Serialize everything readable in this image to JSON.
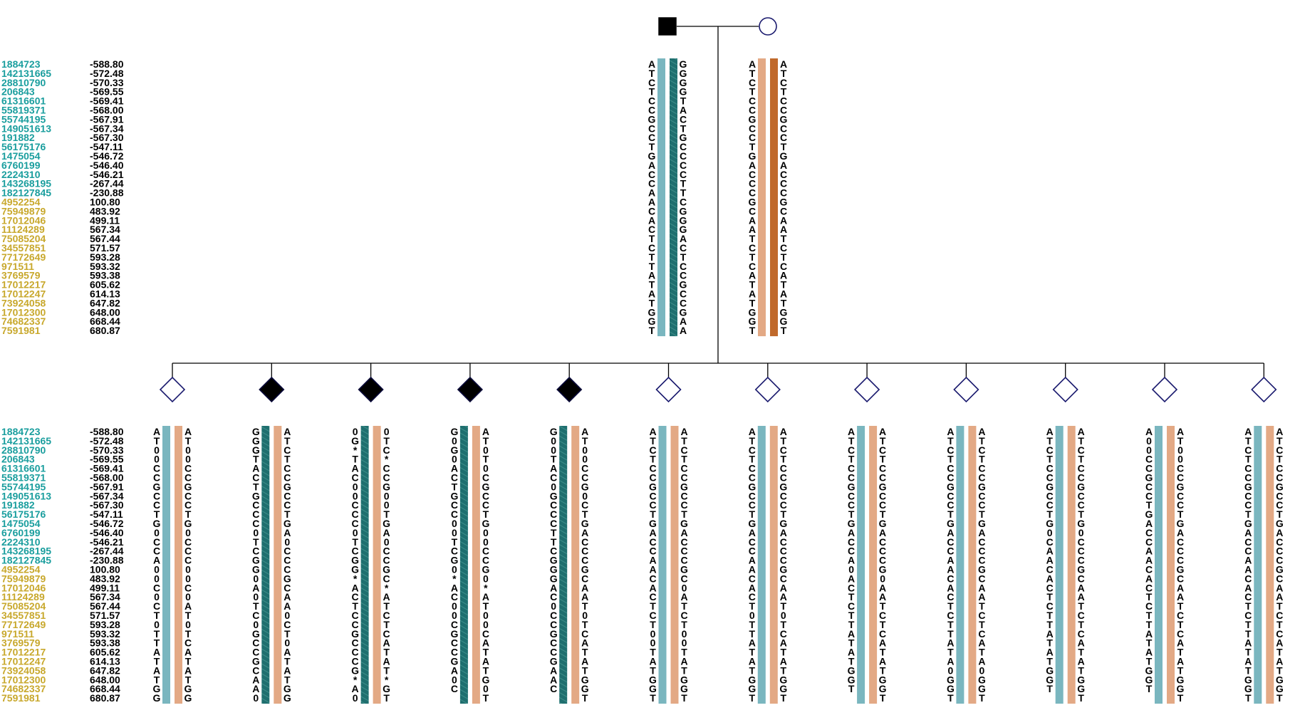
{
  "colors": {
    "marker_group_a": "#1a9e9e",
    "marker_group_b": "#c8a82c",
    "paternal_bar_light": "#7ab6bf",
    "paternal_bar_dark": "#1f6f6f",
    "maternal_bar_light": "#e3a985",
    "maternal_bar_dark": "#c0692b",
    "line": "#000000",
    "affected_fill": "#000000",
    "unaffected_outline": "#1a1a6e"
  },
  "markers": [
    {
      "id": "1884723",
      "pos": "-588.80",
      "group": "a"
    },
    {
      "id": "142131665",
      "pos": "-572.48",
      "group": "a"
    },
    {
      "id": "28810790",
      "pos": "-570.33",
      "group": "a"
    },
    {
      "id": "206843",
      "pos": "-569.55",
      "group": "a"
    },
    {
      "id": "61316601",
      "pos": "-569.41",
      "group": "a"
    },
    {
      "id": "55819371",
      "pos": "-568.00",
      "group": "a"
    },
    {
      "id": "55744195",
      "pos": "-567.91",
      "group": "a"
    },
    {
      "id": "149051613",
      "pos": "-567.34",
      "group": "a"
    },
    {
      "id": "191882",
      "pos": "-567.30",
      "group": "a"
    },
    {
      "id": "56175176",
      "pos": "-547.11",
      "group": "a"
    },
    {
      "id": "1475054",
      "pos": "-546.72",
      "group": "a"
    },
    {
      "id": "6760199",
      "pos": "-546.40",
      "group": "a"
    },
    {
      "id": "2224310",
      "pos": "-546.21",
      "group": "a"
    },
    {
      "id": "143268195",
      "pos": "-267.44",
      "group": "a"
    },
    {
      "id": "182127845",
      "pos": "-230.88",
      "group": "a"
    },
    {
      "id": "4952254",
      "pos": "100.80",
      "group": "b"
    },
    {
      "id": "75949879",
      "pos": "483.92",
      "group": "b"
    },
    {
      "id": "17012046",
      "pos": "499.11",
      "group": "b"
    },
    {
      "id": "11124289",
      "pos": "567.34",
      "group": "b"
    },
    {
      "id": "75085204",
      "pos": "567.44",
      "group": "b"
    },
    {
      "id": "34557851",
      "pos": "571.57",
      "group": "b"
    },
    {
      "id": "77172649",
      "pos": "593.28",
      "group": "b"
    },
    {
      "id": "971511",
      "pos": "593.32",
      "group": "b"
    },
    {
      "id": "3769579",
      "pos": "593.38",
      "group": "b"
    },
    {
      "id": "17012217",
      "pos": "605.62",
      "group": "b"
    },
    {
      "id": "17012247",
      "pos": "614.13",
      "group": "b"
    },
    {
      "id": "73924058",
      "pos": "647.82",
      "group": "b"
    },
    {
      "id": "17012300",
      "pos": "648.00",
      "group": "b"
    },
    {
      "id": "74682337",
      "pos": "668.44",
      "group": "b"
    },
    {
      "id": "7591981",
      "pos": "680.87",
      "group": "b"
    }
  ],
  "parents": [
    {
      "role": "father",
      "shape": "square",
      "affected": true,
      "left_alleles": "ATCTCCGCCTGACCAACACTCTTATATGGT",
      "right_alleles": "GGGGTACTGCCCCTTCGGGACTCCGCCGAAC",
      "left_bar": "paternal_light",
      "right_bar": "paternal_dark"
    },
    {
      "role": "mother",
      "shape": "circle",
      "affected": false,
      "left_alleles": "ATCTCCGCCTGACCCGCAATCTCATATGGT",
      "right_alleles": "ATCTCCGCCTGACCCGCAATCTCATATGGT",
      "left_bar": "maternal_light",
      "right_bar": "maternal_dark"
    }
  ],
  "children": [
    {
      "affected": false,
      "left_alleles": "AT00CCGCCTG0CCA00C0CT0TTATATGGT",
      "right_alleles": "AT00CCGCCTG0CCC00C0AT0TCATATGGT",
      "left_bar": "paternal_light",
      "right_bar": "maternal_light"
    },
    {
      "affected": true,
      "left_alleles": "GGGTACTGCCC0TCGG0A0TC0GCCGCAA0",
      "right_alleles": "ATCTCCGCCTGA0CCCGCAA0CT0ATATGG0",
      "left_bar": "paternal_dark",
      "right_bar": "maternal_light"
    },
    {
      "affected": true,
      "left_alleles": "0G*TAC00CCC0TCGG*ACTCCGCCCG*A0",
      "right_alleles": "0TC*CCG00TGA0CCGC*ATCTCATAT*GT",
      "left_bar": "paternal_dark",
      "right_bar": "maternal_light"
    },
    {
      "affected": true,
      "left_alleles": "G0G0ACTGCC00TCG0*AC00CGCCGA0C",
      "right_alleles": "AT0T0CGCCTG00CCG0*AT00CATATG0T",
      "left_bar": "paternal_dark",
      "right_bar": "maternal_light"
    },
    {
      "affected": true,
      "left_alleles": "G00TAC0GCCCTTCGGGAC0CCGCCGAAC",
      "right_alleles": "AT00CCG0CTGACCCGCAAT0TCATATGGT",
      "left_bar": "paternal_dark",
      "right_bar": "maternal_light"
    },
    {
      "affected": false,
      "left_alleles": "ATCTCCGCCTGACCAACACTCT00TATGGT",
      "right_alleles": "ATCTCCGCCTGACCCGC0ATCT00TATGGT",
      "left_bar": "paternal_light",
      "right_bar": "maternal_light"
    },
    {
      "affected": false,
      "left_alleles": "ATCTCCGCCTGACCAACACT0TTATATGGT",
      "right_alleles": "ATCTCCGCCTGACCCGCAAT0TCATATGGT",
      "left_bar": "paternal_light",
      "right_bar": "maternal_light"
    },
    {
      "affected": false,
      "left_alleles": "ATCTCCGCCTGACCA0ACTCTTATATGGT",
      "right_alleles": "ATCTCCGCCTGACCCG0AATCTCATATGGT",
      "left_bar": "paternal_light",
      "right_bar": "maternal_light"
    },
    {
      "affected": false,
      "left_alleles": "ATCTCCGCCTGACCAACACTCTTATA0GGT",
      "right_alleles": "ATCTCCGCCTGACCCGCAATCTCATA0GGT",
      "left_bar": "paternal_light",
      "right_bar": "maternal_light"
    },
    {
      "affected": false,
      "left_alleles": "ATCTCCGCCTG0CAACACTCTTATATGGT",
      "right_alleles": "ATCTCCGCCTG0CCCGCAATCTCATATGGT",
      "left_bar": "paternal_light",
      "right_bar": "maternal_light"
    },
    {
      "affected": false,
      "left_alleles": "A00CCGCCTGACCAACACTCTTATATGGT",
      "right_alleles": "AT00CCGCCTGACCCGCAATCTCATATGGT",
      "left_bar": "paternal_light",
      "right_bar": "maternal_light"
    },
    {
      "affected": false,
      "left_alleles": "ATCTCCGCCTGACCAACACTCTTATATGGT",
      "right_alleles": "ATCTCCGCCTGACCCGCAATCTCATATGGT",
      "left_bar": "paternal_light",
      "right_bar": "maternal_light"
    }
  ]
}
